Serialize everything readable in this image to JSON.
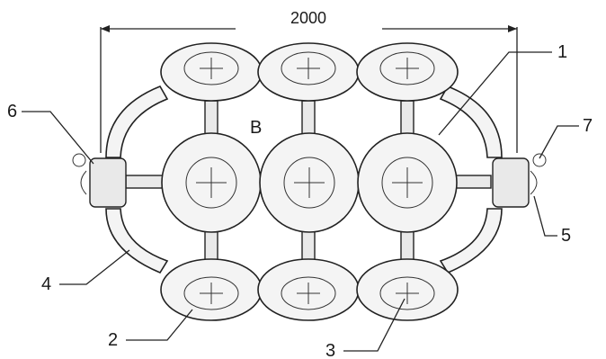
{
  "dimension": {
    "value": "2000"
  },
  "callouts": [
    "1",
    "2",
    "3",
    "4",
    "5",
    "6",
    "7"
  ],
  "logo": {
    "text": "B"
  }
}
